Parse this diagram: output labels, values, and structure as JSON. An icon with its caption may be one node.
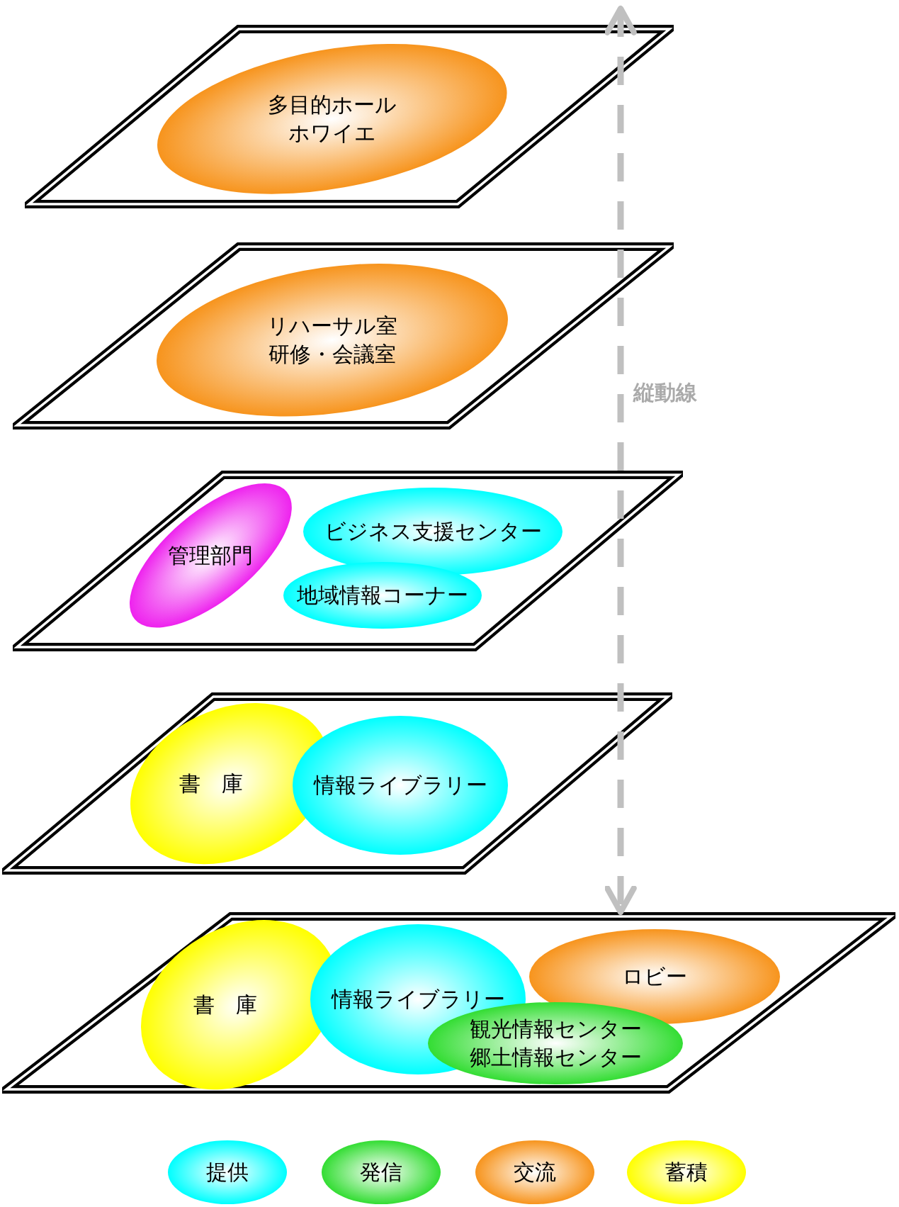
{
  "diagram": {
    "nodes": [
      {
        "text": [],
        "shape": "parallelogram"
      },
      {
        "text": [
          "多目的ホール",
          "ホワイエ"
        ],
        "in": 0
      },
      {
        "text": [],
        "shape": "parallelogram"
      },
      {
        "text": [
          "リハーサル室",
          "研修・会議室"
        ],
        "in": 2
      },
      {
        "text": [],
        "shape": "parallelogram"
      },
      {
        "text": [
          "管理部門"
        ],
        "in": 4
      },
      {
        "text": [
          "ビジネス支援センター"
        ],
        "in": 4
      },
      {
        "text": [
          "地域情報コーナー"
        ],
        "in": 4
      },
      {
        "text": [],
        "shape": "parallelogram"
      },
      {
        "text": [
          "書　庫"
        ],
        "in": 8
      },
      {
        "text": [
          "情報ライブラリー"
        ],
        "in": 8
      },
      {
        "text": [],
        "shape": "parallelogram"
      },
      {
        "text": [
          "書　庫"
        ],
        "in": 11
      },
      {
        "text": [
          "情報ライブラリー"
        ],
        "in": 11
      },
      {
        "text": [
          "ロビー"
        ],
        "in": 11
      },
      {
        "text": [
          "観光情報センター",
          "郷土情報センター"
        ],
        "in": 11
      }
    ],
    "edges": [
      {
        "from": 0,
        "to": 11,
        "arrow": "both",
        "label": "縦動線",
        "style": "dashed",
        "color": "#c0c0c0"
      }
    ],
    "legend": [
      {
        "text": "提供",
        "color": "#00ffff"
      },
      {
        "text": "発信",
        "color": "#33dd33"
      },
      {
        "text": "交流",
        "color": "#f7941d"
      },
      {
        "text": "蓄積",
        "color": "#ffff00"
      }
    ]
  }
}
